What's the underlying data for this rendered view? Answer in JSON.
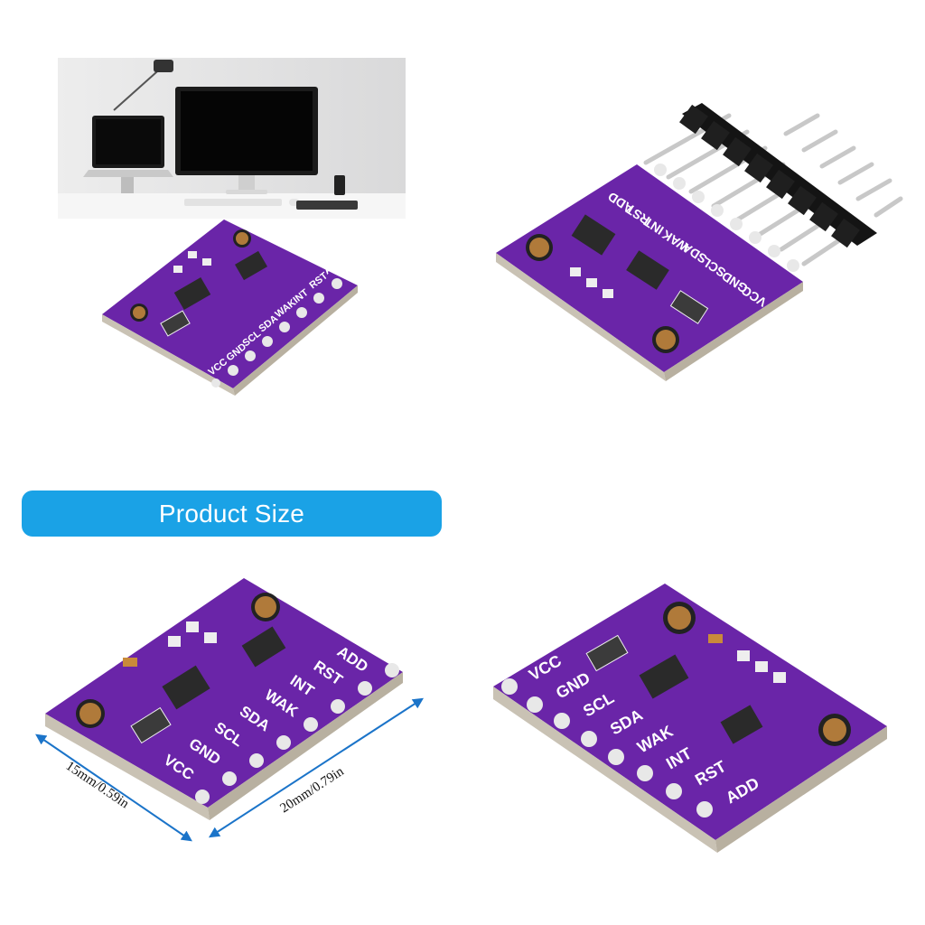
{
  "banner": {
    "label": "Product Size"
  },
  "pin_labels": [
    "VCC",
    "GND",
    "SCL",
    "SDA",
    "WAK",
    "INT",
    "RST",
    "ADD"
  ],
  "dimensions": {
    "width_label": "15mm/0.59in",
    "length_label": "20mm/0.79in"
  },
  "colors": {
    "pcb_purple": "#6a25a8",
    "pcb_edge": "#c9c2b4",
    "banner_blue": "#1aa2e6",
    "arrow_blue": "#1b74c9"
  }
}
